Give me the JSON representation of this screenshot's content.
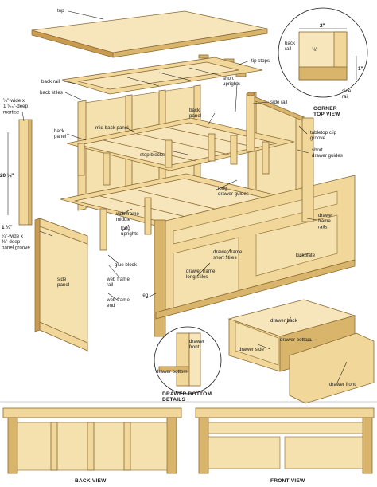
{
  "labels": {
    "top": "top",
    "tip_stops": "tip stops",
    "back_rail": "back rail",
    "back_stiles": "back stiles",
    "mortise": "¼\"-wide x\n1 ⁷⁄₁₆\"-deep\nmortise",
    "back_panel": "back\npanel",
    "mid_back_panel": "mid back panel",
    "back_panel2": "back\npanel",
    "short_uprights": "short\nuprights",
    "side_rail": "side rail",
    "tabletop_clip_groove": "tabletop clip\ngroove",
    "stop_blocks": "stop blocks",
    "short_drawer_guides": "short\ndrawer guides",
    "height_dim": "20 ¼\"",
    "dim_1_small": "1 ¼\"",
    "panel_groove": "¼\"-wide x\n⅜\"-deep\npanel groove",
    "web_frame_middle": "web frame\nmiddle",
    "long_uprights": "long\nuprights",
    "long_drawer_guides": "long\ndrawer guides",
    "drawer_frame_short_stiles": "drawer frame\nshort stiles",
    "drawer_frame_rails": "drawer\nframe\nrails",
    "kickplate": "kickplate",
    "side_panel": "side\npanel",
    "web_frame_rail": "web frame\nrail",
    "glue_block": "glue block",
    "drawer_frame_long_stiles": "drawer frame\nlong stiles",
    "web_frame_end": "web frame\nend",
    "leg": "leg",
    "drawer_back": "drawer back",
    "drawer_side": "drawer side",
    "drawer_bottom": "drawer bottom",
    "drawer_front": "drawer front",
    "drawer_front_small": "drawer\nfront",
    "drawer_bottom_small": "drawer bottom"
  },
  "corner_view": {
    "title": "CORNER\nTOP VIEW",
    "dim_2": "2\"",
    "dim_3_8": "⅜\"",
    "dim_1": "1\"",
    "back_rail": "back\nrail",
    "side_rail": "side\nrail"
  },
  "detail_title": "DRAWER BOTTOM\nDETAILS",
  "back_view_title": "BACK VIEW",
  "front_view_title": "FRONT VIEW"
}
